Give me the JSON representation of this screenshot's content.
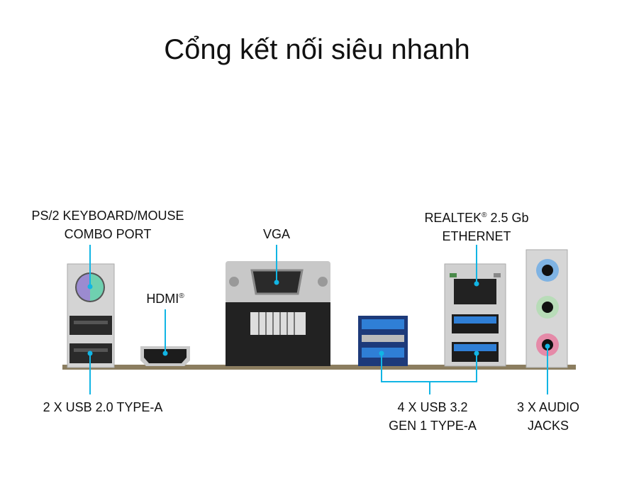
{
  "title": "Cổng kết nối siêu nhanh",
  "labels": {
    "ps2_line1": "PS/2 KEYBOARD/MOUSE",
    "ps2_line2": "COMBO PORT",
    "vga": "VGA",
    "hdmi": "HDMI",
    "hdmi_mark": "®",
    "lan_line1a": "REALTEK",
    "lan_mark": "®",
    "lan_line1b": " 2.5 Gb",
    "lan_line2": "ETHERNET",
    "usb2": "2 X USB 2.0 TYPE-A",
    "usb3_line1": "4 X USB 3.2",
    "usb3_line2": "GEN 1 TYPE-A",
    "audio_line1": "3 X AUDIO",
    "audio_line2": "JACKS"
  },
  "colors": {
    "leader": "#11b5e4",
    "usb3": "#2f7fd6",
    "audio_blue": "#7fb3e3",
    "audio_green": "#b8dcb8",
    "audio_pink": "#e58aa8",
    "board": "#8b7d5f"
  }
}
